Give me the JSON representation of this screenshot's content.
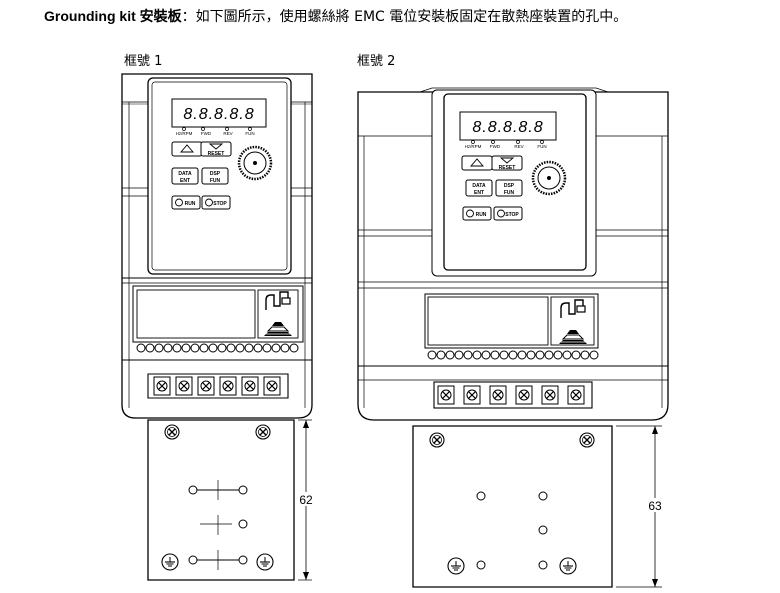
{
  "heading": {
    "bold": "Grounding kit 安裝板",
    "rest": "：如下圖所示，使用螺絲將 EMC 電位安裝板固定在散熱座裝置的孔中。"
  },
  "frame1": {
    "label": "框號 1",
    "dimension": "62",
    "display": "8.8.8.8.8",
    "indicators": [
      "Hz/RPM",
      "FWD",
      "REV",
      "FUN"
    ],
    "buttons": {
      "up": "△",
      "down_reset": "RESET",
      "data_ent": [
        "DATA",
        "ENT"
      ],
      "dsp_fun": [
        "DSP",
        "FUN"
      ],
      "run": "RUN",
      "stop": "STOP"
    }
  },
  "frame2": {
    "label": "框號 2",
    "dimension": "63",
    "display": "8.8.8.8.8",
    "indicators": [
      "Hz/RPM",
      "FWD",
      "REV",
      "FUN"
    ],
    "buttons": {
      "up": "△",
      "down_reset": "RESET",
      "data_ent": [
        "DATA",
        "ENT"
      ],
      "dsp_fun": [
        "DSP",
        "FUN"
      ],
      "run": "RUN",
      "stop": "STOP"
    }
  }
}
